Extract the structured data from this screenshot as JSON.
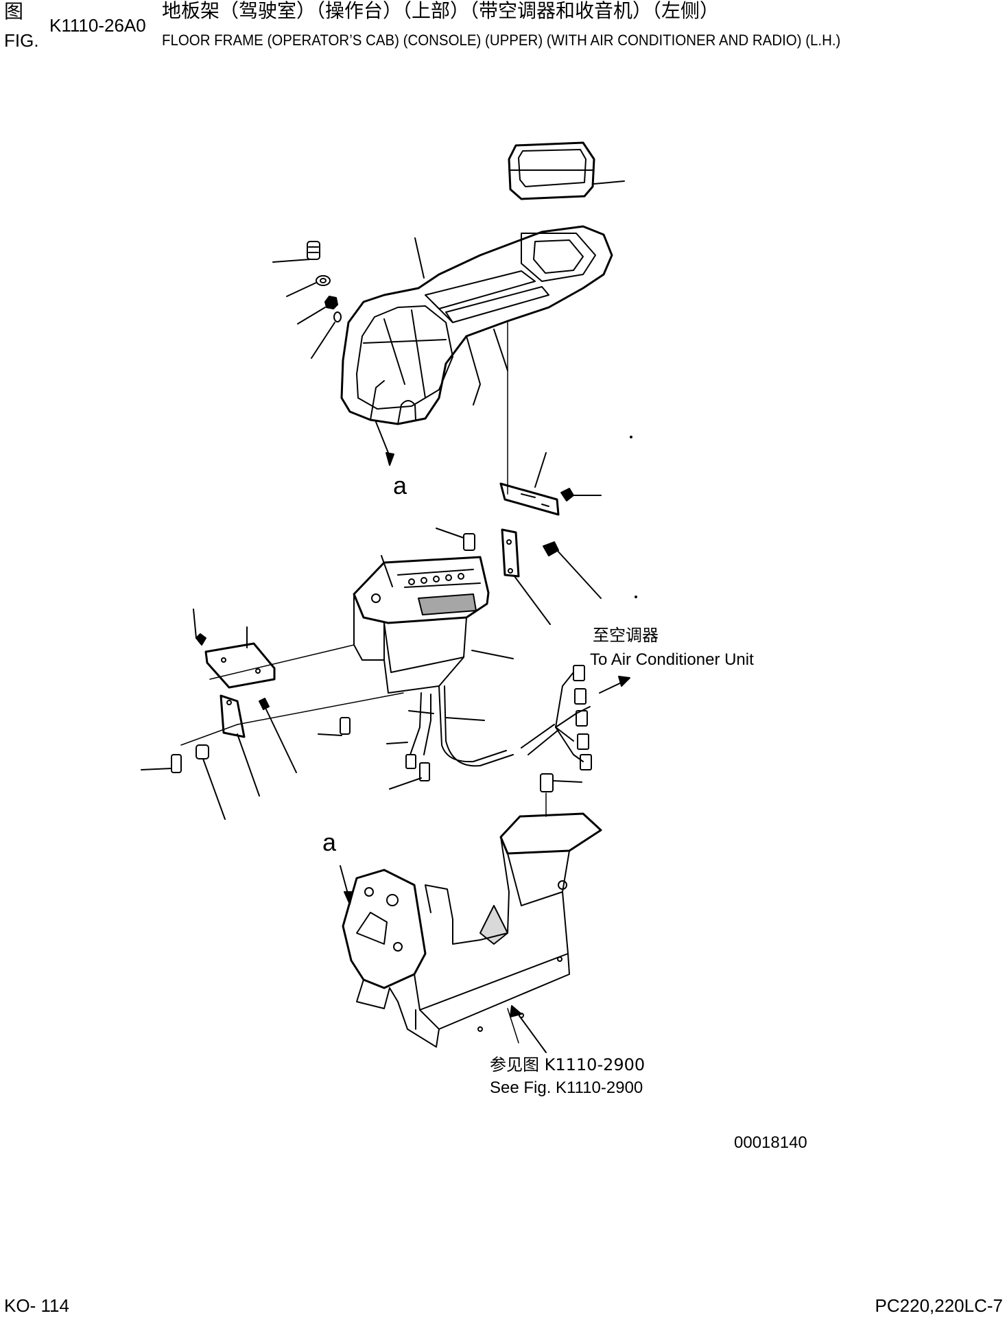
{
  "header": {
    "fig_label_cn": "图",
    "fig_label_en": "FIG.",
    "figure_number": "K1110-26A0",
    "title_cn": "地板架（驾驶室）（操作台）（上部）（带空调器和收音机）（左侧）",
    "title_en": "FLOOR FRAME (OPERATOR’S CAB) (CONSOLE) (UPPER) (WITH AIR CONDITIONER AND RADIO) (L.H.)"
  },
  "diagram": {
    "callout_a_upper": "a",
    "callout_a_lower": "a",
    "air_conditioner_note_cn": "至空调器",
    "air_conditioner_note_en": "To Air Conditioner Unit",
    "see_fig_note_cn": "参见图  K1110-2900",
    "see_fig_note_en": "See Fig. K1110-2900",
    "illustration_number": "00018140"
  },
  "footer": {
    "page_number": "KO- 114",
    "model": "PC220,220LC-7"
  }
}
